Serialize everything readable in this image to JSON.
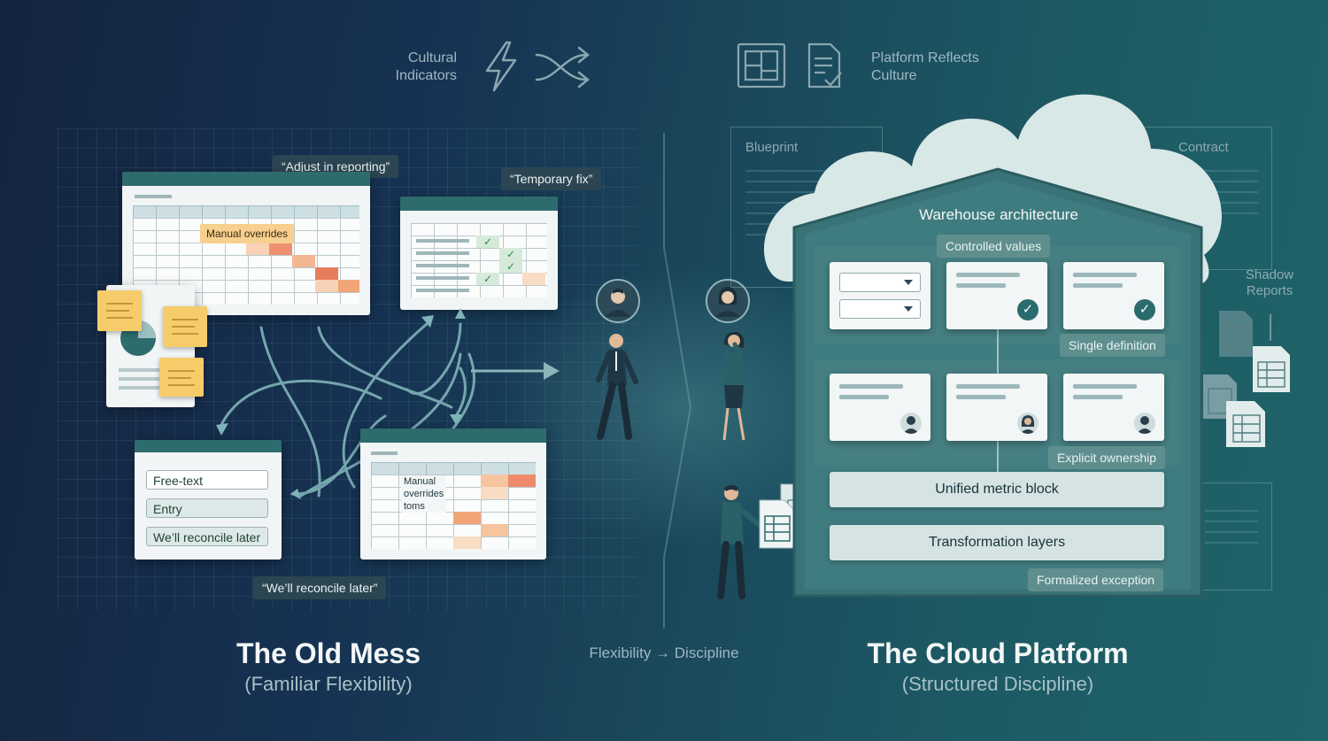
{
  "header": {
    "left_label_line1": "Cultural",
    "left_label_line2": "Indicators",
    "right_label_line1": "Platform Reflects",
    "right_label_line2": "Culture"
  },
  "left": {
    "tag_adjust": "“Adjust in reporting”",
    "tag_temporary": "“Temporary fix”",
    "tag_reconcile": "“We’ll reconcile later”",
    "sheet_overrides_label": "Manual overrides",
    "form_fields": [
      "Free-text",
      "Entry",
      "We’ll reconcile later"
    ],
    "sheet2_text_lines": [
      "Manual",
      "overrides",
      "toms"
    ],
    "title": "The Old Mess",
    "subtitle": "(Familiar Flexibility)"
  },
  "middle": {
    "transition_label": "Flexibility → Discipline"
  },
  "right": {
    "blueprint_label": "Blueprint",
    "contract_label": "Contract",
    "shadow_reports_line1": "Shadow",
    "shadow_reports_line2": "Reports",
    "warehouse_title": "Warehouse architecture",
    "controlled_values": "Controlled values",
    "single_definition": "Single definition",
    "explicit_ownership": "Explicit ownership",
    "unified_metric": "Unified metric block",
    "transformation_layers": "Transformation layers",
    "formalized_exception": "Formalized exception",
    "title": "The Cloud Platform",
    "subtitle": "(Structured Discipline)"
  },
  "colors": {
    "accent_teal": "#2d6b6c",
    "sticky_yellow": "#f6cc6a",
    "highlight_orange": "#f08a5d"
  }
}
